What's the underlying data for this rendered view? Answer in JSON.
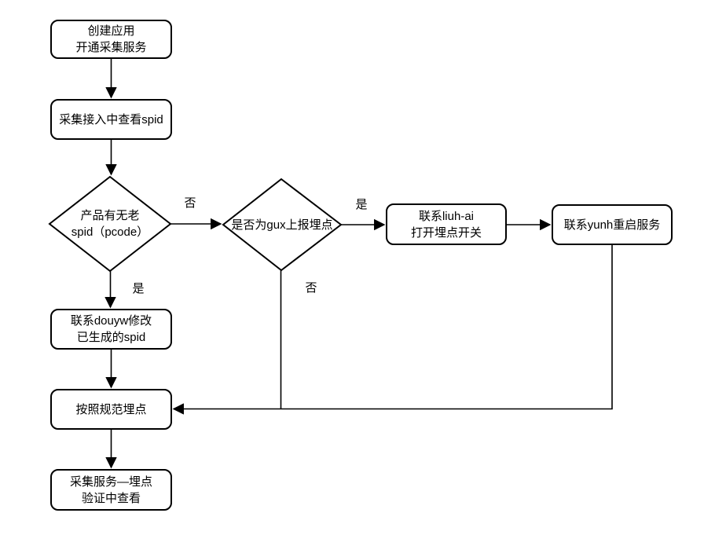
{
  "diagram": {
    "type": "flowchart",
    "background_color": "#ffffff",
    "stroke_color": "#000000",
    "node_fill_color": "#ffffff",
    "text_color": "#000000",
    "nodes": [
      {
        "id": "create-app",
        "shape": "rounded-rect",
        "label": "创建应用\n开通采集服务"
      },
      {
        "id": "view-spid",
        "shape": "rounded-rect",
        "label": "采集接入中查看spid"
      },
      {
        "id": "has-old-spid",
        "shape": "diamond",
        "label": "产品有无老\nspid（pcode）"
      },
      {
        "id": "is-gux-tracking",
        "shape": "diamond",
        "label": "是否为gux上报埋点"
      },
      {
        "id": "contact-liuh",
        "shape": "rounded-rect",
        "label": "联系liuh-ai\n打开埋点开关"
      },
      {
        "id": "contact-yunh",
        "shape": "rounded-rect",
        "label": "联系yunh重启服务"
      },
      {
        "id": "contact-douyw",
        "shape": "rounded-rect",
        "label": "联系douyw修改\n已生成的spid"
      },
      {
        "id": "standard-tracking",
        "shape": "rounded-rect",
        "label": "按照规范埋点"
      },
      {
        "id": "verify-tracking",
        "shape": "rounded-rect",
        "label": "采集服务—埋点\n验证中查看"
      }
    ],
    "edges": [
      {
        "from": "create-app",
        "to": "view-spid",
        "label": ""
      },
      {
        "from": "view-spid",
        "to": "has-old-spid",
        "label": ""
      },
      {
        "from": "has-old-spid",
        "to": "is-gux-tracking",
        "label": "否"
      },
      {
        "from": "is-gux-tracking",
        "to": "contact-liuh",
        "label": "是"
      },
      {
        "from": "contact-liuh",
        "to": "contact-yunh",
        "label": ""
      },
      {
        "from": "has-old-spid",
        "to": "contact-douyw",
        "label": "是"
      },
      {
        "from": "contact-douyw",
        "to": "standard-tracking",
        "label": ""
      },
      {
        "from": "is-gux-tracking",
        "to": "standard-tracking",
        "label": "否"
      },
      {
        "from": "contact-yunh",
        "to": "standard-tracking",
        "label": ""
      },
      {
        "from": "standard-tracking",
        "to": "verify-tracking",
        "label": ""
      }
    ]
  }
}
